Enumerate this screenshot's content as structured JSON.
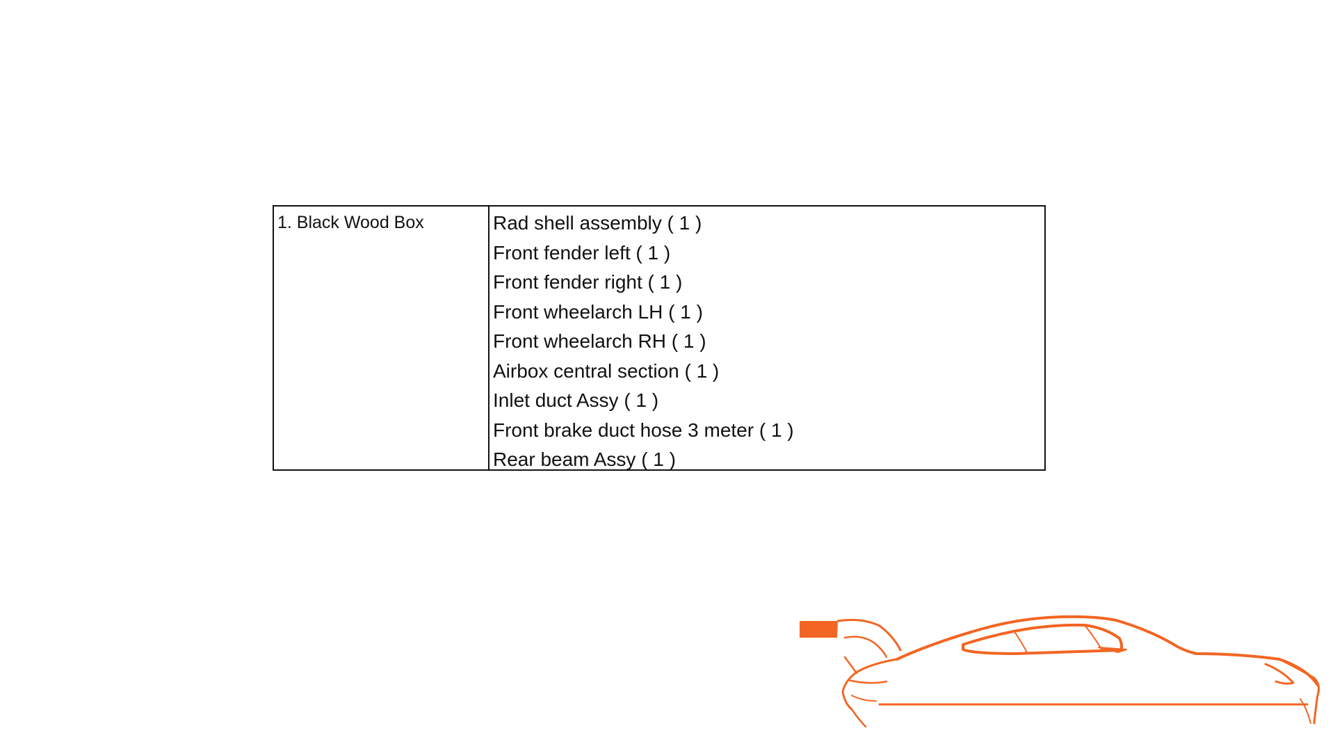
{
  "table": {
    "box_label": "1. Black Wood Box",
    "items": [
      "Rad shell assembly ( 1 )",
      "Front fender left ( 1 )",
      "Front fender right ( 1 )",
      "Front wheelarch LH ( 1 )",
      "Front wheelarch RH ( 1 )",
      "Airbox central section ( 1 )",
      "Inlet duct Assy ( 1 )",
      "Front brake duct hose 3 meter ( 1 )",
      "Rear beam Assy ( 1 )"
    ]
  },
  "logo": {
    "icon": "race-car-outline-icon",
    "color": "#f26522"
  }
}
